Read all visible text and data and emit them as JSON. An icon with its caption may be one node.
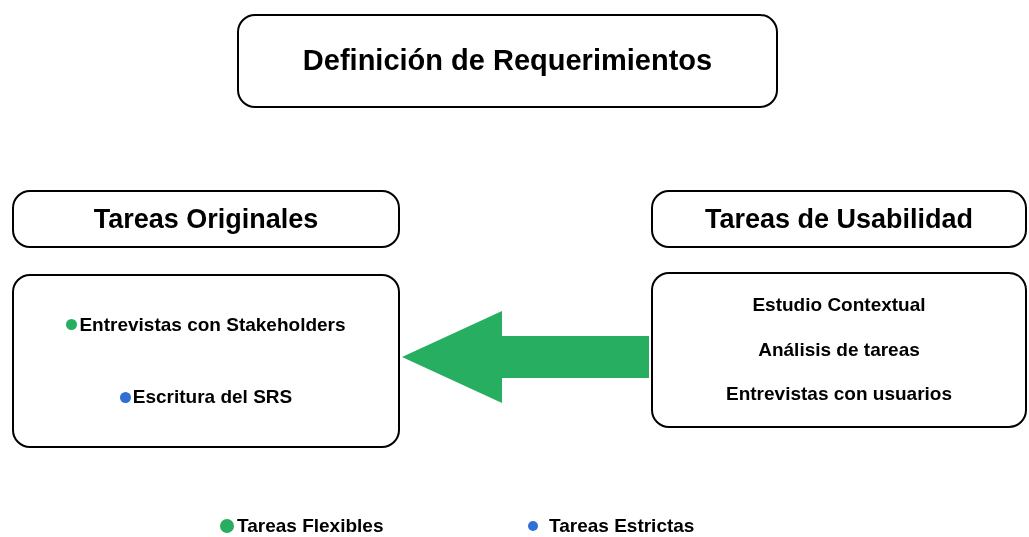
{
  "diagram": {
    "nodes": [
      {
        "text": [
          "Definición de Requerimientos"
        ]
      },
      {
        "text": [
          "Tareas Originales"
        ]
      },
      {
        "text": [
          "Entrevistas con Stakeholders",
          "Escritura del SRS"
        ]
      },
      {
        "text": [
          "Tareas de Usabilidad"
        ]
      },
      {
        "text": [
          "Estudio Contextual",
          "Análisis de tareas",
          "Entrevistas con usuarios"
        ]
      }
    ],
    "edges": [
      {
        "from": 4,
        "to": 2,
        "arrow": "to",
        "color": "#27ae60"
      }
    ],
    "legend": [
      {
        "text": "Tareas Flexibles",
        "color": "#27ae60"
      },
      {
        "text": "Tareas Estrictas",
        "color": "#2f6fd6"
      }
    ]
  }
}
